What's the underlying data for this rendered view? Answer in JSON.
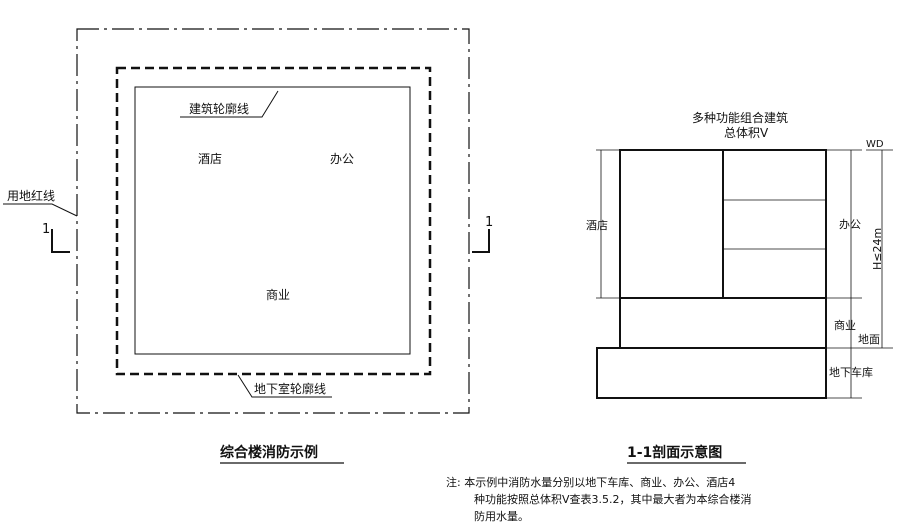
{
  "plan": {
    "label_building_outline": "建筑轮廓线",
    "label_hotel": "酒店",
    "label_office": "办公",
    "label_commercial": "商业",
    "label_red_line": "用地红线",
    "label_basement_outline": "地下室轮廓线",
    "section_mark_left": "1",
    "section_mark_right": "1",
    "caption": "综合楼消防示例"
  },
  "section": {
    "title_line1": "多种功能组合建筑",
    "title_line2": "总体积V",
    "label_hotel": "酒店",
    "label_office": "办公",
    "label_commercial": "商业",
    "label_ground": "地面",
    "label_garage": "地下车库",
    "label_wd": "WD",
    "label_height": "H≤24m",
    "caption": "1-1剖面示意图"
  },
  "note": {
    "line1": "注: 本示例中消防水量分别以地下车库、商业、办公、酒店4",
    "line2": "种功能按照总体积V查表3.5.2，其中最大者为本综合楼消",
    "line3": "防用水量。"
  }
}
